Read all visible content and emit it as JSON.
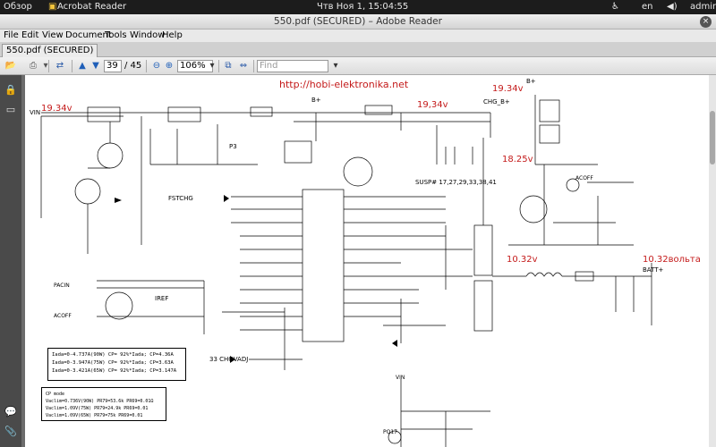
{
  "topbar": {
    "overview": "Обзор",
    "app": "Acrobat Reader",
    "datetime": "Чтв Ноя  1, 15:04:55",
    "lang": "en",
    "user": "admin"
  },
  "window": {
    "title": "550.pdf (SECURED) – Adobe Reader",
    "close": "×"
  },
  "menu": [
    "File",
    "Edit",
    "View",
    "Document",
    "Tools",
    "Window",
    "Help"
  ],
  "doc_tab": "550.pdf (SECURED)",
  "toolbar": {
    "page_current": "39",
    "page_total": "/  45",
    "zoom": "106%",
    "find_placeholder": "Find"
  },
  "annotations": {
    "url": "http://hobi-elektronika.net",
    "vin_v1": "19.34v",
    "vin_v2": "19,34v",
    "top_right_v": "19.34v",
    "mid_v": "18.25v",
    "chg_v": "10.32v",
    "batt_v": "10.32вольта",
    "batt_label": "BATT+"
  },
  "schematic": {
    "vin": "VIN",
    "p3": "P3",
    "bplus": "B+",
    "bplus2": "B+",
    "chg_bplus": "CHG_B+",
    "fstchg": "FSTCHG",
    "iref": "IREF",
    "chgvadj": "33 CHGVADJ",
    "suspend": "SUSP# 17,27,29,33,38,41",
    "vin2": "VIN",
    "acoff": "ACOFF",
    "pd17": "PQ17",
    "pacin": "PACIN",
    "acoff2": "ACOFF"
  },
  "note1": [
    "Iada=0-4.737A(90W)  CP= 92%*Iada; CP=4.36A",
    "Iada=0-3.947A(75W)  CP= 92%*Iada; CP=3.63A",
    "Iada=0-3.421A(65W)  CP= 92%*Iada; CP=3.147A"
  ],
  "note2": [
    "CP mode",
    "Vaclim=0.736V(90W)   PR79=53.6k  PR69=0.01Ω",
    "Vaclim=1.09V(75W)    PR79=24.9k  PR69=0.01",
    "Vaclim=1.09V(65W)    PR79=75k   PR69=0.01"
  ]
}
